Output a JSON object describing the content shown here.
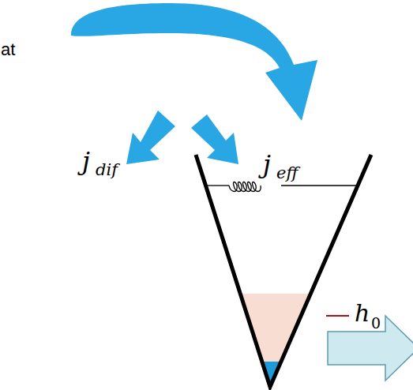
{
  "diagram": {
    "labels": [
      "at",
      "j",
      "dif",
      "j",
      "eff",
      "h",
      "0"
    ]
  }
}
